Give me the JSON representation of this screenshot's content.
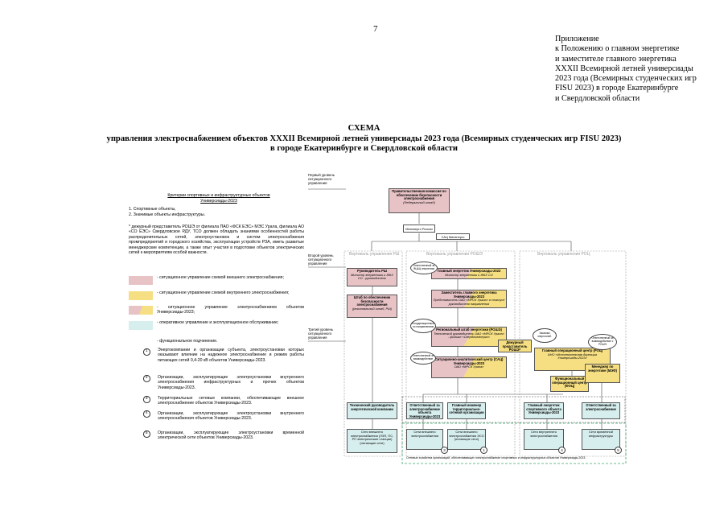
{
  "page_number": "7",
  "appendix_lines": [
    "Приложение",
    "к Положению о главном энергетике",
    "и заместителе главного энергетика",
    "XXXII Всемирной летней универсиады",
    "2023 года (Всемирных студенческих игр",
    "FISU 2023) в городе Екатеринбурге",
    "и Свердловской области"
  ],
  "title_lines": [
    "СХЕМА",
    "управления электроснабжением объектов XXXII Всемирной летней универсиады 2023 года (Всемирных студенческих игр FISU 2023)",
    "в городе Екатеринбурге и Свердловской области"
  ],
  "criteria": {
    "heading": "Критерии спортивных и инфраструктурных объектов Универсиады-2023",
    "items": [
      "1. Спортивные объекты,",
      "2. Значимые объекты инфраструктуры."
    ],
    "note": "* дежурный представитель РОШЭ от филиала ПАО «ФСК ЕЭС» МЭС Урала, филиала АО «СО ЕЭС» Свердловское РДУ, ТСО должен обладать знаниями особенностей работы распределительных сетей, электроустановок и систем электроснабжения промпредприятий и городского хозяйства, эксплуатации устройств РЗА, иметь развитые менеджерские компетенции, а также опыт участия в подготовке объектов электрических сетей к мероприятиям особой важности."
  },
  "legend": [
    {
      "color": "#e8c3c6",
      "text": "- ситуационное управление схемой внешнего электроснабжения;"
    },
    {
      "color": "#f6df83",
      "text": "- ситуационное управление схемой внутреннего электроснабжения;"
    },
    {
      "color": "mixed",
      "text": "- ситуационное управление электроснабжением объектов Универсиады-2023;"
    },
    {
      "color": "#d7eeee",
      "text": "- оперативное управление и эксплуатационное обслуживание;"
    },
    {
      "color": "none",
      "text": "- функциональное подчинение."
    }
  ],
  "numbered": [
    {
      "n": "1",
      "text": "Энергокомпании и организации субъекта, электроустановки которых оказывают влияние на надежное электроснабжение и режим работы питающих сетей 0,4-20 кВ объектов Универсиады-2023."
    },
    {
      "n": "2",
      "text": "Организации, эксплуатирующие электроустановки внутреннего электроснабжения инфраструктурных и прочих объектов Универсиады-2023."
    },
    {
      "n": "3",
      "text": "Территориальные сетевые компании, обеспечивающие внешнее электроснабжение объектов Универсиады-2023."
    },
    {
      "n": "4",
      "text": "Организации, эксплуатирующие электроустановки внутреннего электроснабжения объектов Универсиады-2023."
    },
    {
      "n": "5",
      "text": "Организации, эксплуатирующие электроустановки временной электрической сети объектов Универсиады-2023."
    }
  ],
  "levels": {
    "first": "Первый уровень ситуационного управления",
    "second": "Второй уровень ситуационного управления",
    "third": "Третий уровень ситуационного управления"
  },
  "verticals": {
    "left": "Вертикаль управления РШ",
    "middle": "Вертикаль управления РОШЭ",
    "right": "Вертикаль управления РОЦ"
  },
  "boxes": {
    "commission_title": "Правительственная комиссия по обеспечению безопасности электроснабжения",
    "commission_sub": "(Федеральный штаб)",
    "minenergo": "Минэнерго России",
    "sac": "САЦ Минэнерго",
    "rsh_head_title": "Руководитель РШ",
    "rsh_head_sub": "Министр энергетики и ЖКХ СО - руководитель",
    "staff_title": "Штаб по обеспечению безопасности электроснабжения",
    "staff_sub": "(региональный штаб, РШ)",
    "chief_title": "Главный энергетик Универсиады-2023",
    "chief_sub": "Министр энергетики и ЖКХ СО",
    "deputy_title": "Заместитель главного энергетика Универсиады-2023",
    "deputy_sub": "Представитель ОАО «МРСК Урала» в статусе руководителя направления",
    "roshe_title": "Региональный штаб энергетики (РОШЭ)",
    "roshe_sub": "Технический руководитель ОАО «МРСК Урала» - филиал «Свердловэнерго»",
    "sac_center_title": "Ситуационно-аналитический центр (САЦ) Универсиады-2023",
    "sac_center_sub": "ОАО «МРСК Урала»",
    "duty_rep": "Дежурный представитель РОШЭ*",
    "ops_center_title": "Главный операционный центр (РОЦ)",
    "ops_center_sub": "АНО «Исполнительная дирекция Универсиады-2023»",
    "venue_energy": "Функциональный операционный центр (ФОЦ)",
    "venue_manager": "Менеджер по энергетике (МЭФ)",
    "tech_head": "Технический руководитель энергетической компании",
    "resp_ext": "Ответственный за электроснабжение объекта Универсиады-2023",
    "main_engineer": "Главный инженер территориально-сетевой организации",
    "resp_internal": "Главный энергетик спортивного объекта Универсиады-2023",
    "resp_temp": "Ответственный за электроснабжение",
    "net_ext_a": "Сети внешнего электроснабжения (ЛЭП, ПС, РП электрические станции) (питающие сети)",
    "net_ext_b": "Сети внешнего электроснабжения",
    "net_ext_c": "Сети внешнего электроснабжения ЭСО (питающие сети)",
    "net_int": "Сети внутреннего электроснабжения",
    "net_temp": "Сети временной инфраструктуры",
    "bottom_note": "Сетевые хозяйства организаций, обеспечивающих электроснабжение спортивных и инфраструктурных объектов Универсиады-2023."
  },
  "ellipses": {
    "e1": "Ответственный за ФЦАЦ энергетики",
    "e2": "Координационный по направлениям",
    "e3": "Ответственный за взаимодействие",
    "e4": "Заказчик энергоснаб.",
    "e5": "Ответственный за взаимодействие с РОШЭ"
  },
  "colors": {
    "pink": "#e8c3c6",
    "yellow": "#f6df83",
    "blue": "#d7eeee",
    "green_dash": "#3aa66a"
  }
}
